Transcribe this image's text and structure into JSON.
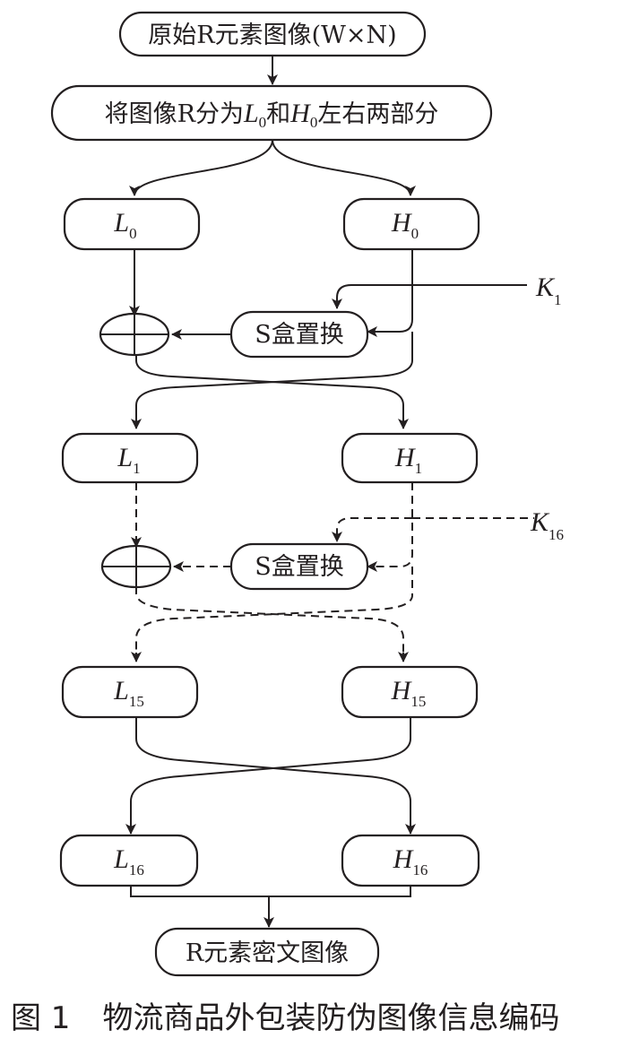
{
  "nodes": {
    "start": "原始R元素图像(W×N)",
    "split": {
      "pre": "将图像R分为",
      "l_var": "L",
      "l_sub": "0",
      "mid": "和",
      "h_var": "H",
      "h_sub": "0",
      "post": "左右两部分"
    },
    "l0": {
      "var": "L",
      "sub": "0"
    },
    "h0": {
      "var": "H",
      "sub": "0"
    },
    "sbox_1": "S盒置换",
    "l1": {
      "var": "L",
      "sub": "1"
    },
    "h1": {
      "var": "H",
      "sub": "1"
    },
    "sbox_16": "S盒置换",
    "l15": {
      "var": "L",
      "sub": "15"
    },
    "h15": {
      "var": "H",
      "sub": "15"
    },
    "l16": {
      "var": "L",
      "sub": "16"
    },
    "h16": {
      "var": "H",
      "sub": "16"
    },
    "end": "R元素密文图像"
  },
  "keys": {
    "k1": {
      "var": "K",
      "sub": "1"
    },
    "k16": {
      "var": "K",
      "sub": "16"
    }
  },
  "caption": {
    "number": "图 1",
    "title": "物流商品外包装防伪图像信息编码"
  }
}
